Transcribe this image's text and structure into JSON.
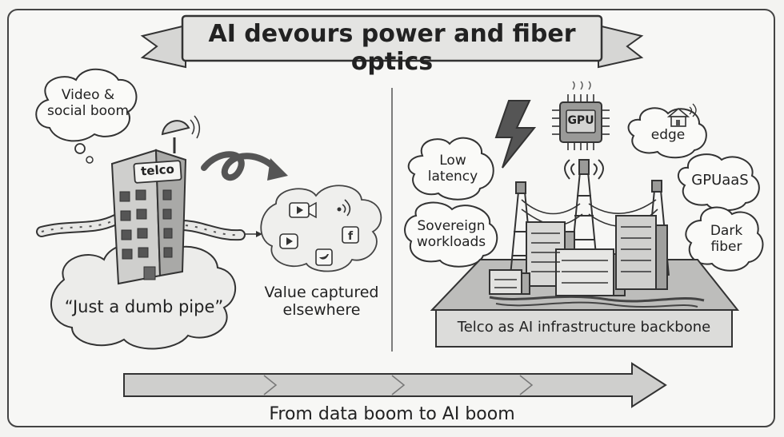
{
  "title": "AI devours power and fiber optics",
  "left_panel": {
    "thought_bubble": [
      "Video &",
      "social boom"
    ],
    "building_sign": "telco",
    "cloud_caption": "“Just a dumb pipe”",
    "value_caption": [
      "Value captured",
      "elsewhere"
    ]
  },
  "right_panel": {
    "chip_label": "GPU",
    "bubbles": {
      "low_latency": [
        "Low",
        "latency"
      ],
      "edge": "edge",
      "gpuaas": "GPUaaS",
      "sovereign": [
        "Sovereign",
        "workloads"
      ],
      "dark_fiber": [
        "Dark",
        "fiber"
      ]
    },
    "platform_caption": "Telco as AI infrastructure backbone"
  },
  "footer": "From data boom to AI boom",
  "icons": [
    "satellite-dish-icon",
    "video-icon",
    "wifi-icon",
    "play-icon",
    "facebook-icon",
    "twitter-icon",
    "lightning-icon",
    "gpu-chip-icon",
    "house-icon",
    "cell-tower-icon",
    "curly-arrow-icon",
    "long-arrow-icon"
  ]
}
